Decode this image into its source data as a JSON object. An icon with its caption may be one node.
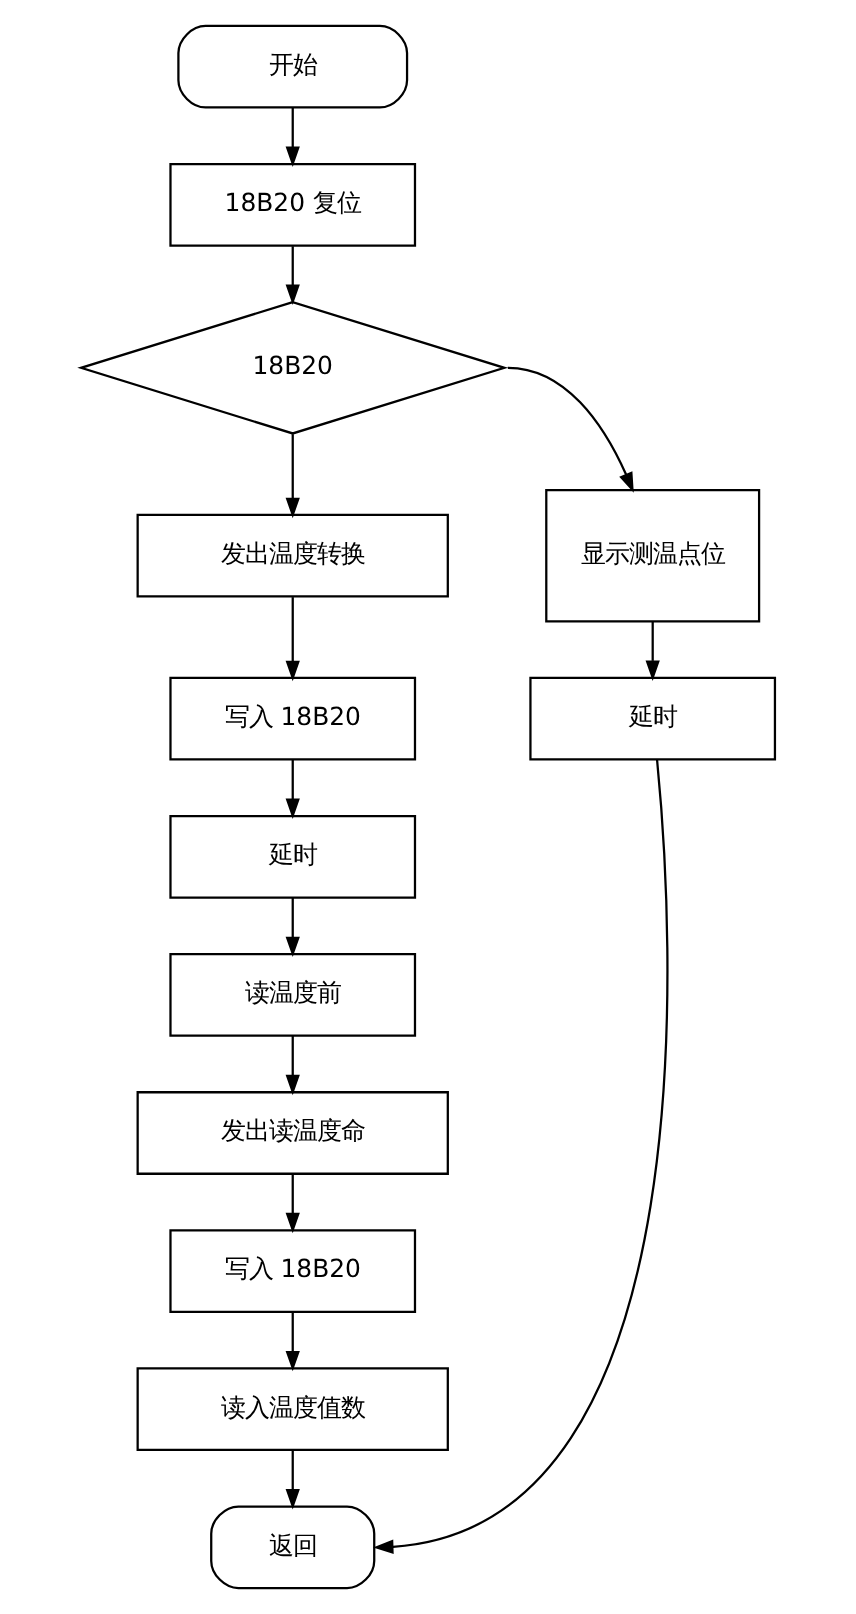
{
  "diagram": {
    "nodes": [
      {
        "text": [
          "开始"
        ]
      },
      {
        "text": [
          "18B20 复位"
        ]
      },
      {
        "text": [
          "18B20"
        ]
      },
      {
        "text": [
          "发出温度转换"
        ]
      },
      {
        "text": [
          "写入 18B20"
        ]
      },
      {
        "text": [
          "延时"
        ]
      },
      {
        "text": [
          "读温度前"
        ]
      },
      {
        "text": [
          "发出读温度命"
        ]
      },
      {
        "text": [
          "写入 18B20"
        ]
      },
      {
        "text": [
          "读入温度值数"
        ]
      },
      {
        "text": [
          "返回"
        ]
      },
      {
        "text": [
          "显示测温点位"
        ]
      },
      {
        "text": [
          "延时"
        ]
      }
    ],
    "edges": [
      {
        "from": 0,
        "to": 1,
        "arrow": "to"
      },
      {
        "from": 1,
        "to": 2,
        "arrow": "to"
      },
      {
        "from": 2,
        "to": 3,
        "arrow": "to"
      },
      {
        "from": 3,
        "to": 4,
        "arrow": "to"
      },
      {
        "from": 4,
        "to": 5,
        "arrow": "to"
      },
      {
        "from": 5,
        "to": 6,
        "arrow": "to"
      },
      {
        "from": 6,
        "to": 7,
        "arrow": "to"
      },
      {
        "from": 7,
        "to": 8,
        "arrow": "to"
      },
      {
        "from": 8,
        "to": 9,
        "arrow": "to"
      },
      {
        "from": 9,
        "to": 10,
        "arrow": "to"
      },
      {
        "from": 2,
        "to": 11,
        "arrow": "to"
      },
      {
        "from": 11,
        "to": 12,
        "arrow": "to"
      },
      {
        "from": 12,
        "to": 10,
        "arrow": "to"
      }
    ]
  }
}
